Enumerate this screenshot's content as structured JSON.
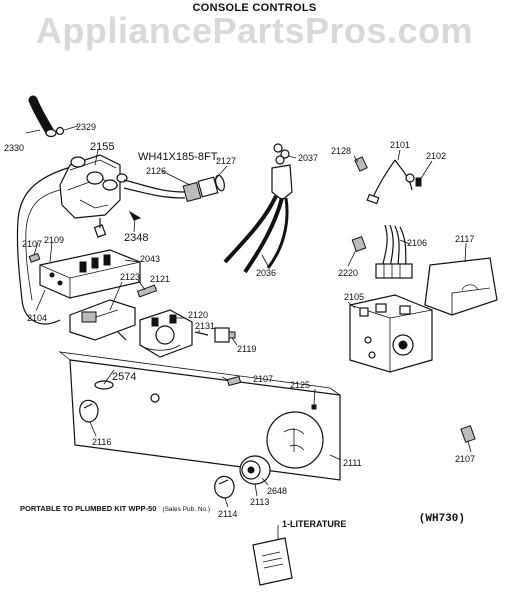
{
  "title": "CONSOLE CONTROLS",
  "watermark": "AppliancePartsPros.com",
  "model_code": "(WH730)",
  "footnote": {
    "text": "PORTABLE TO PLUMBED KIT WPP-50",
    "pub": "(Sales Pub. No.)"
  },
  "hose_callout": "WH41X185-8FT.",
  "literature_label": "1-LITERATURE",
  "parts": {
    "p2329": "2329",
    "p2330": "2330",
    "p2155": "2155",
    "p2126": "2126",
    "p2127": "2127",
    "p2037": "2037",
    "p2128": "2128",
    "p2101": "2101",
    "p2102": "2102",
    "p2348": "2348",
    "p2107a": "2107",
    "p2109": "2109",
    "p2043": "2043",
    "p2036": "2036",
    "p2220": "2220",
    "p2106": "2106",
    "p2117": "2117",
    "p2104": "2104",
    "p2123": "2123",
    "p2121": "2121",
    "p2105": "2105",
    "p2120": "2120",
    "p2131": "2131",
    "p2119": "2119",
    "p2574": "2574",
    "p2107b": "2107",
    "p2125": "2125",
    "p2116": "2116",
    "p2648": "2648",
    "p2111": "2111",
    "p2107c": "2107",
    "p2113": "2113",
    "p2114": "2114"
  }
}
